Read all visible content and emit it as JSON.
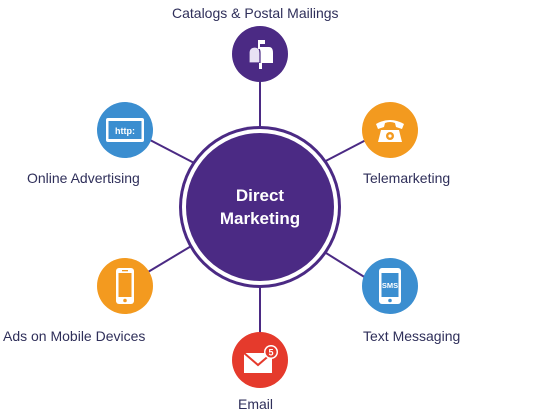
{
  "hub": {
    "line1": "Direct",
    "line2": "Marketing",
    "color": "#4b2a84"
  },
  "nodes": {
    "catalogs": {
      "label": "Catalogs & Postal Mailings",
      "color": "#4b2a84",
      "icon": "mailbox-icon"
    },
    "telemarketing": {
      "label": "Telemarketing",
      "color": "#f39a1f",
      "icon": "telephone-icon"
    },
    "text_messaging": {
      "label": "Text Messaging",
      "color": "#3b8ed0",
      "icon": "sms-phone-icon"
    },
    "email": {
      "label": "Email",
      "color": "#e53a2c",
      "icon": "envelope-icon",
      "badge": "5"
    },
    "mobile_ads": {
      "label": "Ads on Mobile Devices",
      "color": "#f39a1f",
      "icon": "mobile-phone-icon"
    },
    "online_advertising": {
      "label": "Online Advertising",
      "color": "#3b8ed0",
      "icon": "browser-http-icon",
      "icon_text": "http:"
    }
  },
  "sms_icon_text": "SMS",
  "line_color": "#4b2a84"
}
